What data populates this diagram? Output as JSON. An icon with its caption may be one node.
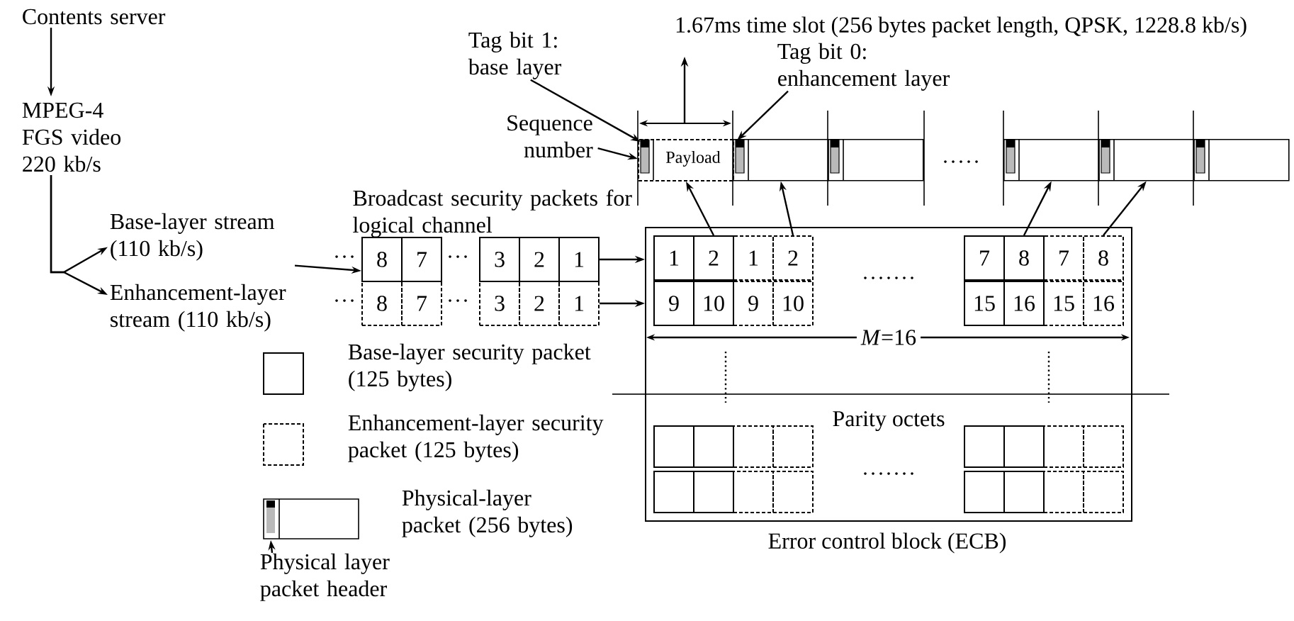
{
  "diagram": {
    "nodes": [
      {
        "text": [
          "Contents server"
        ]
      },
      {
        "text": [
          "MPEG-4 FGS video 220 kb/s"
        ]
      },
      {
        "text": [
          "Base-layer stream (110 kb/s)"
        ]
      },
      {
        "text": [
          "Enhancement-layer stream (110 kb/s)"
        ]
      },
      {
        "text": [
          "8"
        ]
      },
      {
        "text": [
          "7"
        ]
      },
      {
        "text": [
          "3"
        ]
      },
      {
        "text": [
          "2"
        ]
      },
      {
        "text": [
          "1"
        ]
      },
      {
        "text": [
          "8"
        ]
      },
      {
        "text": [
          "7"
        ]
      },
      {
        "text": [
          "3"
        ]
      },
      {
        "text": [
          "2"
        ]
      },
      {
        "text": [
          "1"
        ]
      },
      {
        "text": [
          "Error control block (ECB)"
        ]
      },
      {
        "text": [
          "1"
        ],
        "in": 14
      },
      {
        "text": [
          "2"
        ],
        "in": 14
      },
      {
        "text": [
          "1"
        ],
        "in": 14
      },
      {
        "text": [
          "2"
        ],
        "in": 14
      },
      {
        "text": [
          "7"
        ],
        "in": 14
      },
      {
        "text": [
          "8"
        ],
        "in": 14
      },
      {
        "text": [
          "7"
        ],
        "in": 14
      },
      {
        "text": [
          "8"
        ],
        "in": 14
      },
      {
        "text": [
          "9"
        ],
        "in": 14
      },
      {
        "text": [
          "10"
        ],
        "in": 14
      },
      {
        "text": [
          "9"
        ],
        "in": 14
      },
      {
        "text": [
          "10"
        ],
        "in": 14
      },
      {
        "text": [
          "15"
        ],
        "in": 14
      },
      {
        "text": [
          "16"
        ],
        "in": 14
      },
      {
        "text": [
          "15"
        ],
        "in": 14
      },
      {
        "text": [
          "16"
        ],
        "in": 14
      },
      {
        "text": [],
        "shape": "box",
        "in": 14
      },
      {
        "text": [],
        "shape": "box",
        "in": 14
      },
      {
        "text": [],
        "shape": "box",
        "in": 14
      },
      {
        "text": [],
        "shape": "box",
        "in": 14
      },
      {
        "text": [],
        "shape": "box",
        "in": 14
      },
      {
        "text": [],
        "shape": "box",
        "in": 14
      },
      {
        "text": [],
        "shape": "box",
        "in": 14
      },
      {
        "text": [],
        "shape": "box",
        "in": 14
      },
      {
        "text": [],
        "shape": "box",
        "in": 14
      },
      {
        "text": [],
        "shape": "box",
        "in": 14
      },
      {
        "text": [],
        "shape": "box",
        "in": 14
      },
      {
        "text": [],
        "shape": "box",
        "in": 14
      },
      {
        "text": [],
        "shape": "box",
        "in": 14
      },
      {
        "text": [],
        "shape": "box",
        "in": 14
      },
      {
        "text": [],
        "shape": "box",
        "in": 14
      },
      {
        "text": [],
        "shape": "box",
        "in": 14
      },
      {
        "text": [
          "Payload"
        ]
      },
      {
        "text": [],
        "shape": "box"
      },
      {
        "text": [],
        "shape": "box"
      },
      {
        "text": [],
        "shape": "box"
      },
      {
        "text": [],
        "shape": "box"
      },
      {
        "text": [],
        "shape": "box"
      },
      {
        "text": [
          "Tag bit 1: base layer"
        ]
      },
      {
        "text": [
          "Sequence number"
        ]
      },
      {
        "text": [
          "Tag bit 0: enhancement layer"
        ]
      },
      {
        "text": [
          "Physical layer packet header"
        ]
      }
    ],
    "edges": [
      {
        "from": 0,
        "to": 1,
        "arrow": "to"
      },
      {
        "from": 1,
        "to": 2,
        "arrow": "to"
      },
      {
        "from": 1,
        "to": 3,
        "arrow": "to"
      },
      {
        "from": 2,
        "to": 4,
        "arrow": "to"
      },
      {
        "from": 8,
        "to": 14,
        "arrow": "to"
      },
      {
        "from": 13,
        "to": 14,
        "arrow": "to"
      },
      {
        "from": 16,
        "to": 47,
        "arrow": "to"
      },
      {
        "from": 18,
        "to": 48,
        "arrow": "to"
      },
      {
        "from": 20,
        "to": 50,
        "arrow": "to"
      },
      {
        "from": 22,
        "to": 51,
        "arrow": "to"
      },
      {
        "from": 53,
        "to": 47,
        "arrow": "to"
      },
      {
        "from": 54,
        "to": 47,
        "arrow": "to"
      },
      {
        "from": 55,
        "to": 48,
        "arrow": "to"
      },
      {
        "from": 56,
        "to": null,
        "arrow": "to"
      }
    ],
    "labels": [
      "1.67ms time slot (256 bytes packet length, QPSK, 1228.8 kb/s)",
      "Broadcast security packets for logical channel",
      "*M*=16",
      "Parity octets"
    ],
    "legend": [
      {
        "text": "Base-layer security packet (125 bytes)"
      },
      {
        "text": "Enhancement-layer security packet (125 bytes)"
      },
      {
        "text": "Physical-layer packet (256 bytes)"
      }
    ]
  }
}
